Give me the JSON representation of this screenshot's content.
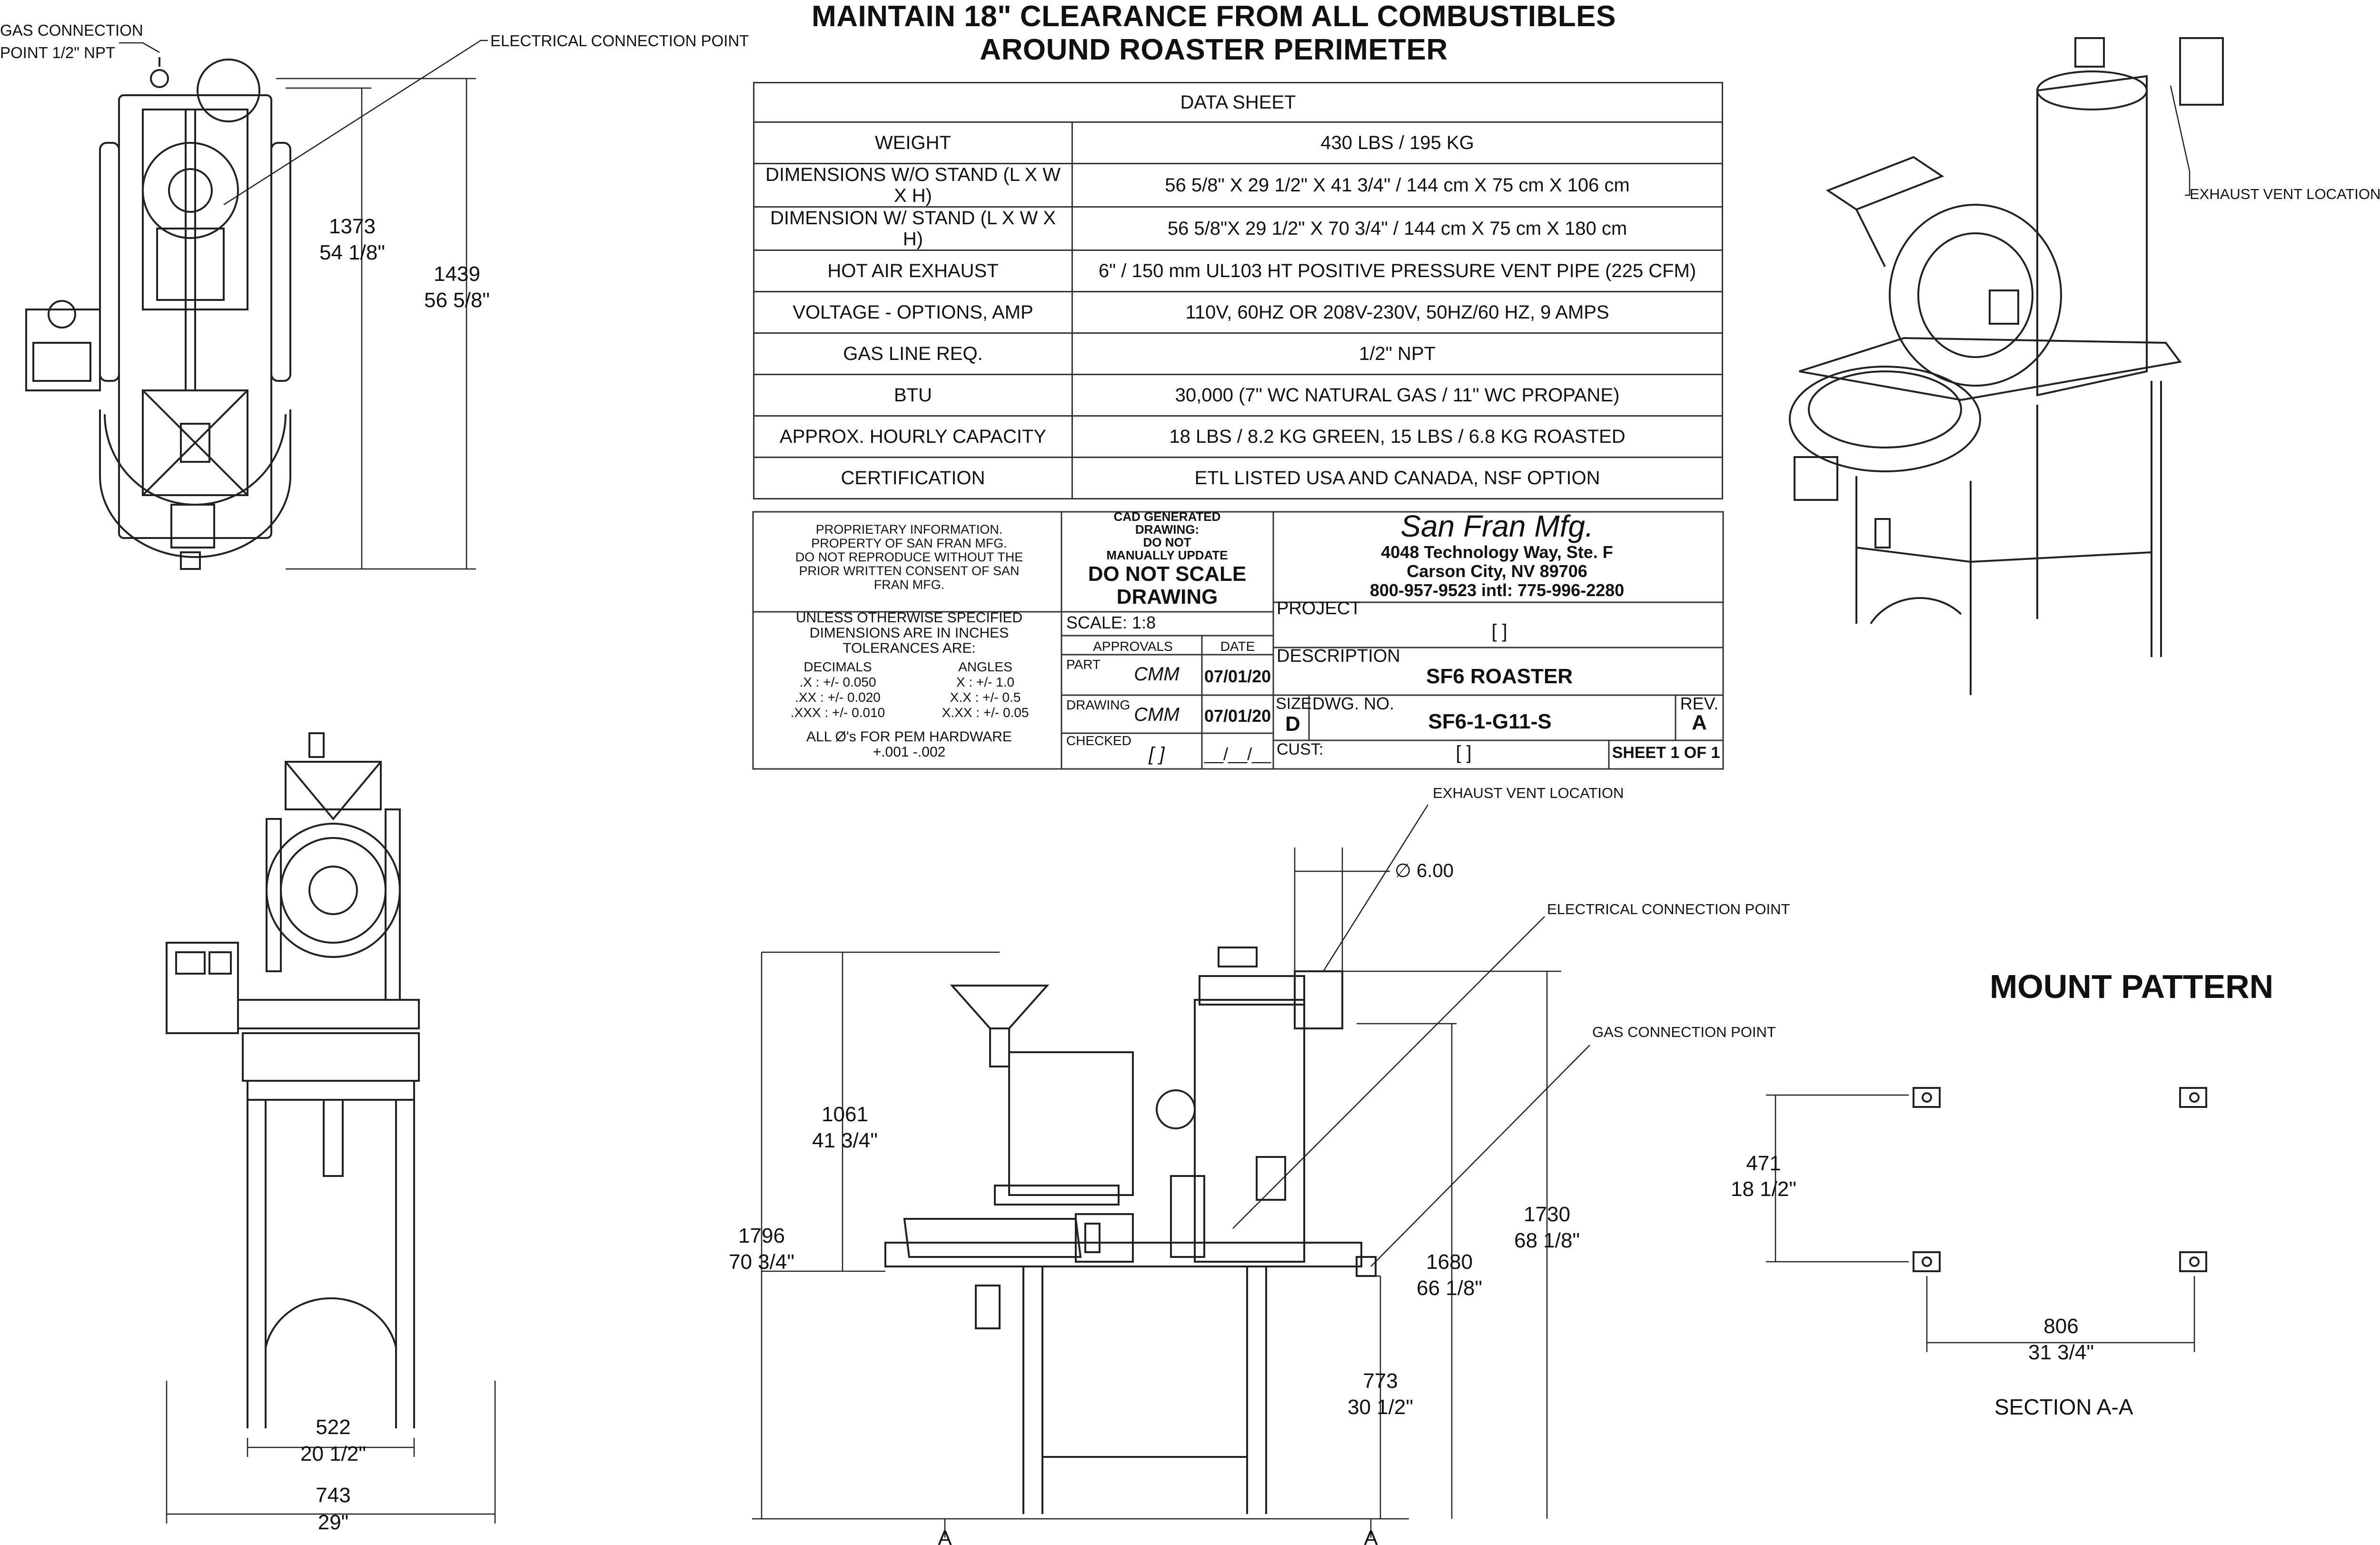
{
  "header": {
    "line1": "MAINTAIN 18\" CLEARANCE FROM ALL COMBUSTIBLES",
    "line2": "AROUND ROASTER PERIMETER"
  },
  "data_sheet": {
    "title": "DATA SHEET",
    "rows": [
      {
        "k": "WEIGHT",
        "v": "430 LBS / 195 KG"
      },
      {
        "k": "DIMENSIONS W/O STAND (L X W X H)",
        "v": "56 5/8\" X 29 1/2\" X 41 3/4\" / 144 cm X 75 cm X 106 cm"
      },
      {
        "k": "DIMENSION W/ STAND (L X W X H)",
        "v": "56 5/8\"X 29 1/2\" X 70 3/4\" / 144 cm X 75 cm X 180 cm"
      },
      {
        "k": "HOT AIR EXHAUST",
        "v": "6\" / 150 mm UL103 HT POSITIVE PRESSURE VENT PIPE (225 CFM)"
      },
      {
        "k": "VOLTAGE - OPTIONS, AMP",
        "v": "110V, 60HZ   OR   208V-230V, 50HZ/60 HZ, 9 AMPS"
      },
      {
        "k": "GAS LINE REQ.",
        "v": "1/2\" NPT"
      },
      {
        "k": "BTU",
        "v": "30,000 (7\" WC NATURAL GAS / 11\" WC PROPANE)"
      },
      {
        "k": "APPROX. HOURLY CAPACITY",
        "v": "18 LBS / 8.2 KG GREEN, 15 LBS / 6.8 KG ROASTED"
      },
      {
        "k": "CERTIFICATION",
        "v": "ETL LISTED USA AND CANADA, NSF OPTION"
      }
    ]
  },
  "title_block": {
    "proprietary": [
      "PROPRIETARY INFORMATION.",
      "PROPERTY OF SAN FRAN MFG.",
      "DO NOT REPRODUCE WITHOUT THE",
      "PRIOR WRITTEN CONSENT OF SAN",
      "FRAN MFG."
    ],
    "cad": [
      "CAD GENERATED",
      "DRAWING:",
      "DO NOT",
      "MANUALLY UPDATE"
    ],
    "noscale": [
      "DO NOT SCALE",
      "DRAWING"
    ],
    "company": "San Fran Mfg.",
    "address": [
      "4048 Technology Way, Ste. F",
      "Carson City, NV 89706",
      "800-957-9523  intl: 775-996-2280"
    ],
    "tolerance_title": [
      "UNLESS  OTHERWISE  SPECIFIED",
      "DIMENSIONS ARE IN INCHES",
      "TOLERANCES ARE:"
    ],
    "decimals_label": "DECIMALS",
    "angles_label": "ANGLES",
    "decimals": [
      ".X : +/-  0.050",
      ".XX : +/-  0.020",
      ".XXX : +/-  0.010"
    ],
    "angles": [
      "X  :  +/-  1.0",
      "X.X :  +/-  0.5",
      "X.XX : +/-  0.05"
    ],
    "pem": [
      "ALL Ø's FOR PEM HARDWARE",
      "+.001  -.002"
    ],
    "scale": "SCALE: 1:8",
    "approvals": "APPROVALS",
    "date": "DATE",
    "part": "PART",
    "part_init": "CMM",
    "part_date": "07/01/20",
    "drawing": "DRAWING",
    "drawing_init": "CMM",
    "drawing_date": "07/01/20",
    "checked": "CHECKED",
    "checked_init": "[ ]",
    "checked_date": "__/__/__",
    "project_label": "PROJECT",
    "project_val": "[ ]",
    "desc_label": "DESCRIPTION",
    "desc_val": "SF6 ROASTER",
    "size_label": "SIZE",
    "size_val": "D",
    "dwg_label": "DWG.  NO.",
    "dwg_val": "SF6-1-G11-S",
    "rev_label": "REV.",
    "rev_val": "A",
    "cust_label": "CUST:",
    "cust_val": "[ ]",
    "sheet": "SHEET 1 OF 1"
  },
  "top_view": {
    "gas": [
      "GAS CONNECTION",
      "POINT 1/2\" NPT"
    ],
    "elec": "ELECTRICAL CONNECTION POINT",
    "dim_a": [
      "1373",
      "54 1/8\""
    ],
    "dim_b": [
      "1439",
      "56 5/8\""
    ]
  },
  "front_view": {
    "dim_a": [
      "522",
      "20 1/2\""
    ],
    "dim_b": [
      "743",
      "29\""
    ]
  },
  "side_view": {
    "exhaust": "EXHAUST VENT LOCATION",
    "dia": "∅ 6.00",
    "elec": "ELECTRICAL CONNECTION POINT",
    "gas": "GAS CONNECTION POINT",
    "d1061": [
      "1061",
      "41 3/4\""
    ],
    "d1796": [
      "1796",
      "70 3/4\""
    ],
    "d1680": [
      "1680",
      "66 1/8\""
    ],
    "d1730": [
      "1730",
      "68 1/8\""
    ],
    "d773": [
      "773",
      "30 1/2\""
    ],
    "section": "A"
  },
  "iso_view": {
    "exhaust": "EXHAUST VENT LOCATION"
  },
  "mount": {
    "title": "MOUNT PATTERN",
    "d471": [
      "471",
      "18 1/2\""
    ],
    "d806": [
      "806",
      "31 3/4\""
    ],
    "section": "SECTION A-A"
  }
}
